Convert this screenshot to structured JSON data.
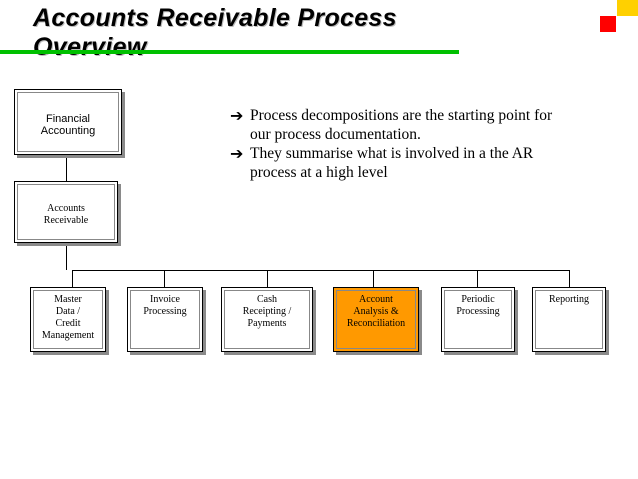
{
  "title": "Accounts Receivable Process Overview",
  "colors": {
    "underline": "#00c000",
    "highlight": "#ff9900",
    "deco_red": "#ff0000",
    "deco_yellow": "#ffd000"
  },
  "bullets": [
    {
      "icon": "right-arrow-icon",
      "text": "Process decompositions are the starting point for our process documentation."
    },
    {
      "icon": "right-arrow-icon",
      "text": "They summarise what is involved in a the AR process at a high level"
    }
  ],
  "diagram": {
    "level1": "Financial\nAccounting",
    "level2": "Accounts\nReceivable",
    "level3": [
      "Master\nData /\nCredit\nManagement",
      "Invoice\nProcessing",
      "Cash\nReceipting /\nPayments",
      "Account\nAnalysis &\nReconciliation",
      "Periodic\nProcessing",
      "Reporting"
    ],
    "highlighted": "Account\nAnalysis &\nReconciliation"
  }
}
